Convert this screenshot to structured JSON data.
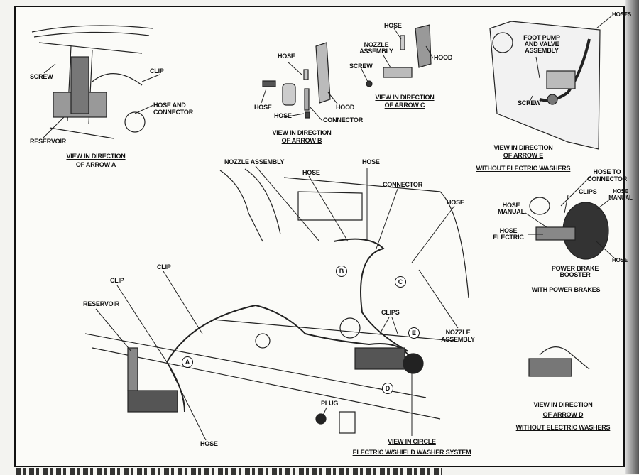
{
  "view_a": {
    "screw": "SCREW",
    "clip": "CLIP",
    "hose_and_connector_1": "HOSE AND",
    "hose_and_connector_2": "CONNECTOR",
    "reservoir": "RESERVOIR",
    "caption_1": "VIEW IN DIRECTION",
    "caption_2": "OF ARROW A"
  },
  "view_b": {
    "hose_top": "HOSE",
    "hose_left": "HOSE",
    "hood": "HOOD",
    "hose_bottom": "HOSE",
    "connector": "CONNECTOR",
    "caption_1": "VIEW IN DIRECTION",
    "caption_2": "OF ARROW B"
  },
  "view_c": {
    "hose": "HOSE",
    "nozzle_1": "NOZZLE",
    "nozzle_2": "ASSEMBLY",
    "screw": "SCREW",
    "hood": "HOOD",
    "caption_1": "VIEW IN DIRECTION",
    "caption_2": "OF ARROW C"
  },
  "view_e": {
    "hoses": "HOSES",
    "pump_1": "FOOT PUMP",
    "pump_2": "AND VALVE",
    "pump_3": "ASSEMBLY",
    "screw": "SCREW",
    "caption_1": "VIEW IN DIRECTION",
    "caption_2": "OF ARROW E",
    "caption_3": "WITHOUT ELECTRIC WASHERS"
  },
  "power_brakes": {
    "hose_to_connector_1": "HOSE TO",
    "hose_to_connector_2": "CONNECTOR",
    "clips": "CLIPS",
    "hose_manual_r1": "HOSE",
    "hose_manual_r2": "MANUAL",
    "hose_manual_l1": "HOSE",
    "hose_manual_l2": "MANUAL",
    "hose_electric_1": "HOSE",
    "hose_electric_2": "ELECTRIC",
    "hose": "HOSE",
    "booster_1": "POWER BRAKE",
    "booster_2": "BOOSTER",
    "caption": "WITH POWER BRAKES"
  },
  "main": {
    "nozzle_assembly": "NOZZLE ASSEMBLY",
    "hose_1": "HOSE",
    "hose_2": "HOSE",
    "connector": "CONNECTOR",
    "hose_3": "HOSE",
    "clip_1": "CLIP",
    "clip_2": "CLIP",
    "reservoir": "RESERVOIR",
    "clips": "CLIPS",
    "nozzle_r1": "NOZZLE",
    "nozzle_r2": "ASSEMBLY",
    "plug": "PLUG",
    "hose_bottom": "HOSE",
    "circle_caption_1": "VIEW IN CIRCLE",
    "circle_caption_2": "ELECTRIC W/SHIELD WASHER SYSTEM",
    "arrows": [
      "A",
      "B",
      "C",
      "D",
      "E"
    ]
  },
  "view_d": {
    "caption_1": "VIEW IN DIRECTION",
    "caption_2": "OF ARROW D",
    "caption_3": "WITHOUT ELECTRIC WASHERS"
  }
}
